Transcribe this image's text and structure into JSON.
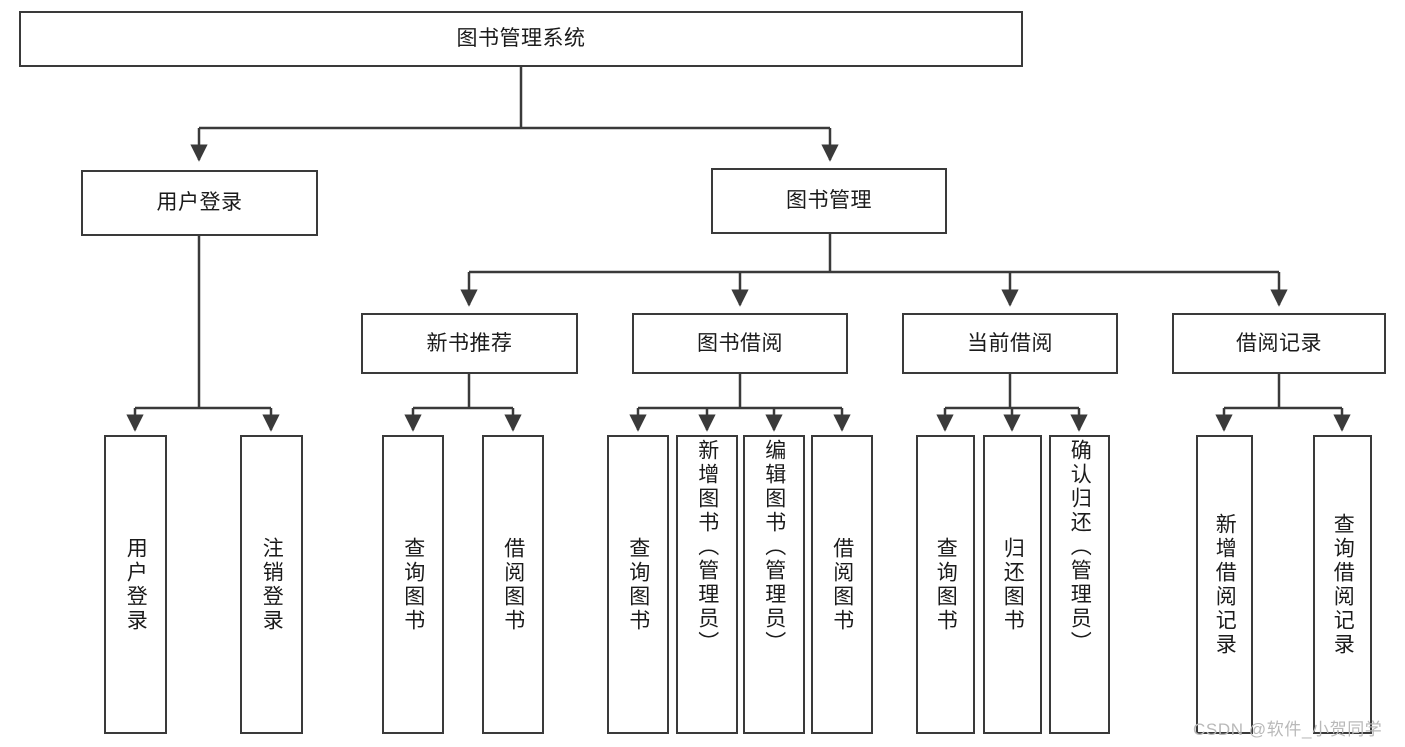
{
  "diagram": {
    "type": "tree-hierarchy",
    "title": "图书管理系统",
    "root": {
      "id": "root",
      "label": "图书管理系统",
      "orientation": "horizontal"
    },
    "level2": [
      {
        "id": "user-login",
        "label": "用户登录",
        "orientation": "horizontal"
      },
      {
        "id": "book-manage",
        "label": "图书管理",
        "orientation": "horizontal"
      }
    ],
    "level3": [
      {
        "id": "new-book-recommend",
        "label": "新书推荐",
        "orientation": "horizontal",
        "parent": "book-manage"
      },
      {
        "id": "book-borrow",
        "label": "图书借阅",
        "orientation": "horizontal",
        "parent": "book-manage"
      },
      {
        "id": "current-borrow",
        "label": "当前借阅",
        "orientation": "horizontal",
        "parent": "book-manage"
      },
      {
        "id": "borrow-record",
        "label": "借阅记录",
        "orientation": "horizontal",
        "parent": "book-manage"
      }
    ],
    "leaves": [
      {
        "id": "leaf-user-login",
        "label": "用户登录",
        "parent": "user-login",
        "orientation": "vertical",
        "align": "center"
      },
      {
        "id": "leaf-user-logout",
        "label": "注销登录",
        "parent": "user-login",
        "orientation": "vertical",
        "align": "center"
      },
      {
        "id": "leaf-query-book-1",
        "label": "查询图书",
        "parent": "new-book-recommend",
        "orientation": "vertical",
        "align": "center"
      },
      {
        "id": "leaf-borrow-book-1",
        "label": "借阅图书",
        "parent": "new-book-recommend",
        "orientation": "vertical",
        "align": "center"
      },
      {
        "id": "leaf-query-book-2",
        "label": "查询图书",
        "parent": "book-borrow",
        "orientation": "vertical",
        "align": "center"
      },
      {
        "id": "leaf-add-book-admin",
        "label": "新增图书（管理员）",
        "parent": "book-borrow",
        "orientation": "vertical",
        "align": "top"
      },
      {
        "id": "leaf-edit-book-admin",
        "label": "编辑图书（管理员）",
        "parent": "book-borrow",
        "orientation": "vertical",
        "align": "top"
      },
      {
        "id": "leaf-borrow-book-2",
        "label": "借阅图书",
        "parent": "book-borrow",
        "orientation": "vertical",
        "align": "center"
      },
      {
        "id": "leaf-query-book-3",
        "label": "查询图书",
        "parent": "current-borrow",
        "orientation": "vertical",
        "align": "center"
      },
      {
        "id": "leaf-return-book",
        "label": "归还图书",
        "parent": "current-borrow",
        "orientation": "vertical",
        "align": "center"
      },
      {
        "id": "leaf-confirm-return-admin",
        "label": "确认归还（管理员）",
        "parent": "current-borrow",
        "orientation": "vertical",
        "align": "top"
      },
      {
        "id": "leaf-add-borrow-record",
        "label": "新增借阅记录",
        "parent": "borrow-record",
        "orientation": "vertical",
        "align": "center"
      },
      {
        "id": "leaf-query-borrow-record",
        "label": "查询借阅记录",
        "parent": "borrow-record",
        "orientation": "vertical",
        "align": "center"
      }
    ],
    "colors": {
      "stroke": "#3a3a3a",
      "text": "#1b1b1b",
      "background": "#ffffff",
      "watermark": "#b9b9b9"
    }
  },
  "watermark": {
    "text": "CSDN @软件_小贺同学"
  }
}
